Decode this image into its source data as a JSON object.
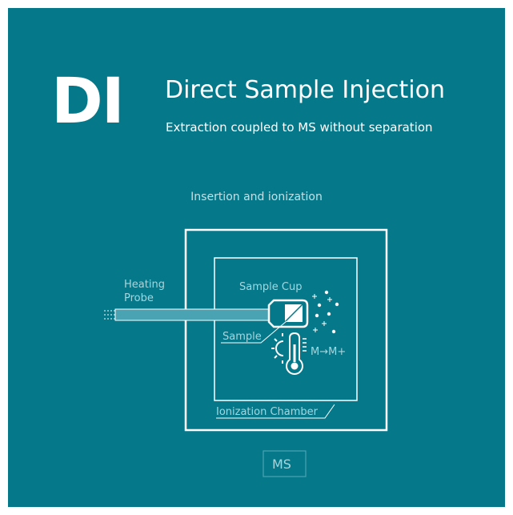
{
  "header": {
    "abbrev": "DI",
    "title": "Direct Sample Injection",
    "subtitle": "Extraction coupled to MS without separation"
  },
  "diagram": {
    "section_title": "Insertion and ionization",
    "probe_label_1": "Heating",
    "probe_label_2": "Probe",
    "cup_label": "Sample Cup",
    "sample_label": "Sample",
    "reaction_label": "M→M+",
    "chamber_label": "Ionization Chamber",
    "ms_label": "MS"
  },
  "colors": {
    "background": "#05788a",
    "foreground": "#ffffff",
    "label": "#a6d6de"
  }
}
